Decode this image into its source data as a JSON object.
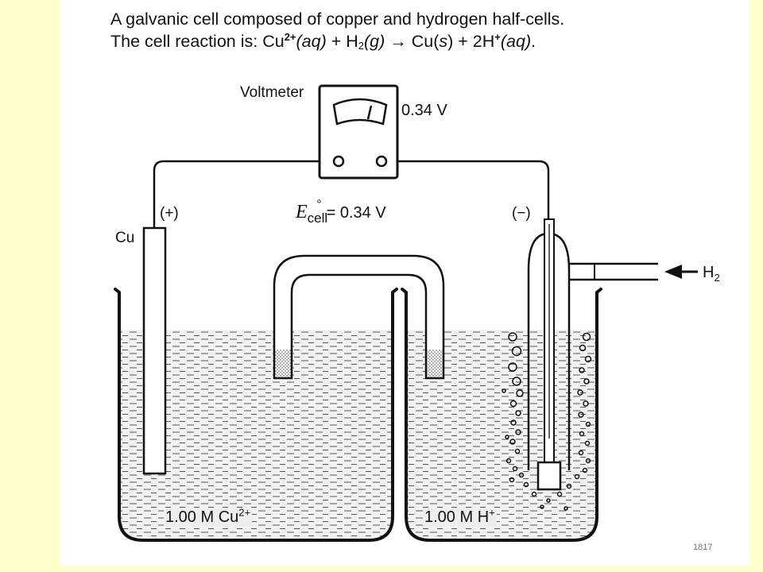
{
  "caption": {
    "line1": "A galvanic cell composed of copper and hydrogen half-cells.",
    "line2_prefix": "The cell reaction is: Cu",
    "line2_cu_charge": "2+",
    "line2_aq1": "(aq)",
    "line2_plus1": " + H",
    "line2_h2_sub": "2",
    "line2_g": "(g)",
    "line2_arrow": " → Cu(",
    "line2_s": "s",
    "line2_mid": ") + 2H",
    "line2_h_charge": "+",
    "line2_aq2": "(aq)",
    "line2_end": "."
  },
  "voltmeter": {
    "label": "Voltmeter",
    "reading": "0.34 V"
  },
  "electrodes": {
    "cu_label": "Cu",
    "positive": "(+)",
    "negative": "(−)",
    "gas_label": "H",
    "gas_sub": "2"
  },
  "cell_potential": {
    "symbol": "E",
    "degree": "°",
    "subscript": "cell",
    "value": "= 0.34 V"
  },
  "solutions": {
    "left": "1.00 M Cu",
    "left_charge": "2+",
    "right": "1.00 M H",
    "right_charge": "+"
  },
  "slide_number": "1817"
}
